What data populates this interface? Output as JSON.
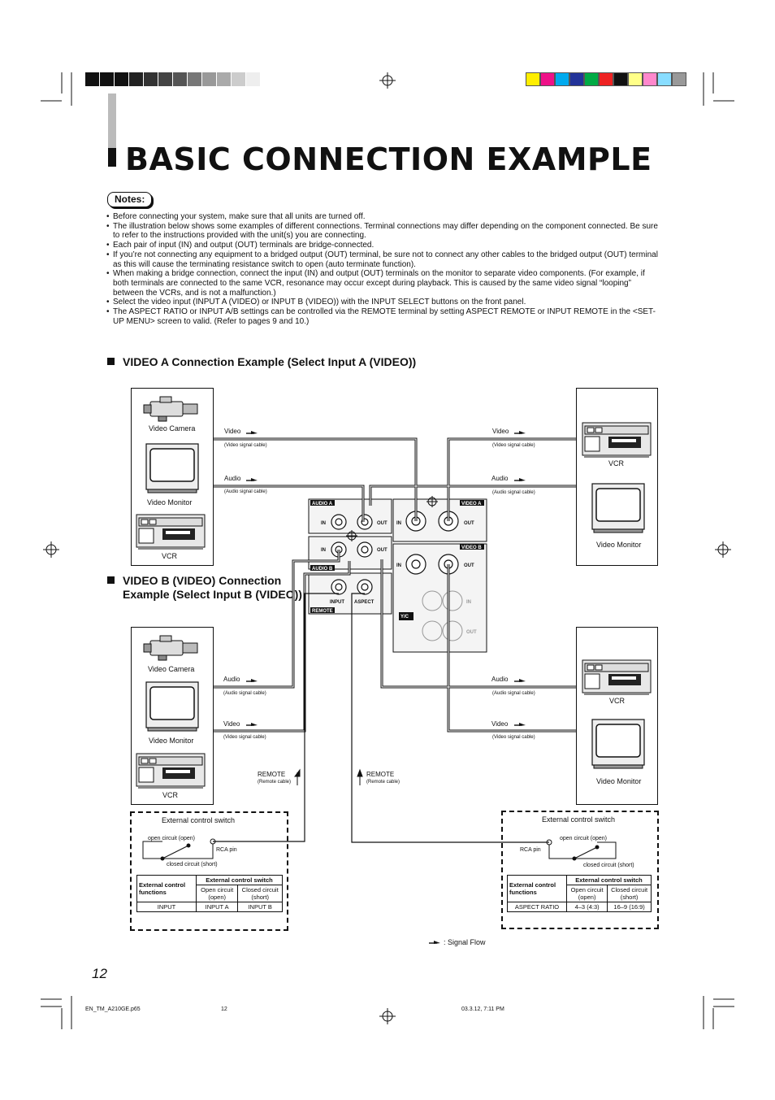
{
  "colors": {
    "gray_swatches": [
      "#111111",
      "#111111",
      "#111111",
      "#222222",
      "#333333",
      "#444444",
      "#555555",
      "#777777",
      "#999999",
      "#aaaaaa",
      "#cccccc",
      "#eeeeee"
    ],
    "color_swatches": [
      "#ffee00",
      "#ee1188",
      "#00aaee",
      "#223399",
      "#00aa44",
      "#ee2222",
      "#111111",
      "#ffff88",
      "#ff88cc",
      "#88ddff",
      "#999999"
    ]
  },
  "title": "BASIC CONNECTION EXAMPLE",
  "notes_label": "Notes:",
  "notes": [
    "Before connecting your system, make sure that all units are turned off.",
    "The illustration below shows some examples of different connections. Terminal connections may differ depending on the component connected. Be sure to refer to the instructions provided with the unit(s) you are connecting.",
    "Each pair of input (IN) and output (OUT) terminals are bridge-connected.",
    "If you’re not connecting any equipment to a bridged output (OUT) terminal, be sure not to connect any other cables to the bridged output (OUT) terminal as this will cause the terminating resistance switch to open (auto terminate function).",
    "When making a bridge connection, connect the input (IN) and output (OUT) terminals on the monitor to separate video components. (For example, if both terminals are connected to the same VCR, resonance may occur except during playback. This is caused by the same video signal “looping” between the VCRs, and is not a malfunction.)",
    "Select the video input (INPUT A (VIDEO) or INPUT B (VIDEO)) with the INPUT SELECT buttons on the front panel.",
    "The ASPECT RATIO or INPUT A/B settings can be controlled via the REMOTE terminal by setting ASPECT REMOTE or INPUT REMOTE in the <SET-UP MENU> screen to valid. (Refer to pages 9 and 10.)"
  ],
  "section_a": "VIDEO A Connection Example (Select Input A (VIDEO))",
  "section_b": "VIDEO B (VIDEO) Connection Example (Select Input B (VIDEO))",
  "devices": {
    "video_camera": "Video Camera",
    "video_monitor": "Video Monitor",
    "vcr": "VCR"
  },
  "cables": {
    "video": "Video",
    "audio": "Audio",
    "remote": "REMOTE",
    "video_cable": "(Video signal cable)",
    "audio_cable": "(Audio signal cable)",
    "remote_cable": "(Remote cable)"
  },
  "panel": {
    "audio_a": "AUDIO A",
    "video_a": "VIDEO A",
    "audio_b": "AUDIO B",
    "video_b": "VIDEO B",
    "remote": "REMOTE",
    "in": "IN",
    "out": "OUT",
    "input": "INPUT",
    "aspect": "ASPECT",
    "yc": "Y/C"
  },
  "switch_left": {
    "title": "External control switch",
    "open": "open circuit (open)",
    "closed": "closed circuit (short)",
    "rca": "RCA pin",
    "table": {
      "col1": "External control functions",
      "header": "External control switch",
      "open": "Open circuit (open)",
      "closed": "Closed circuit (short)",
      "row_label": "INPUT",
      "row_open": "INPUT A",
      "row_closed": "INPUT B"
    }
  },
  "switch_right": {
    "title": "External control switch",
    "open": "open circuit (open)",
    "closed": "closed circuit (short)",
    "rca": "RCA pin",
    "table": {
      "col1": "External control functions",
      "header": "External control switch",
      "open": "Open circuit (open)",
      "closed": "Closed circuit (short)",
      "row_label": "ASPECT RATIO",
      "row_open": "4–3 (4:3)",
      "row_closed": "16–9 (16:9)"
    }
  },
  "signal_flow": ": Signal Flow",
  "page_number": "12",
  "footer": {
    "file": "EN_TM_A210GE.p65",
    "page": "12",
    "date": "03.3.12, 7:11 PM"
  }
}
